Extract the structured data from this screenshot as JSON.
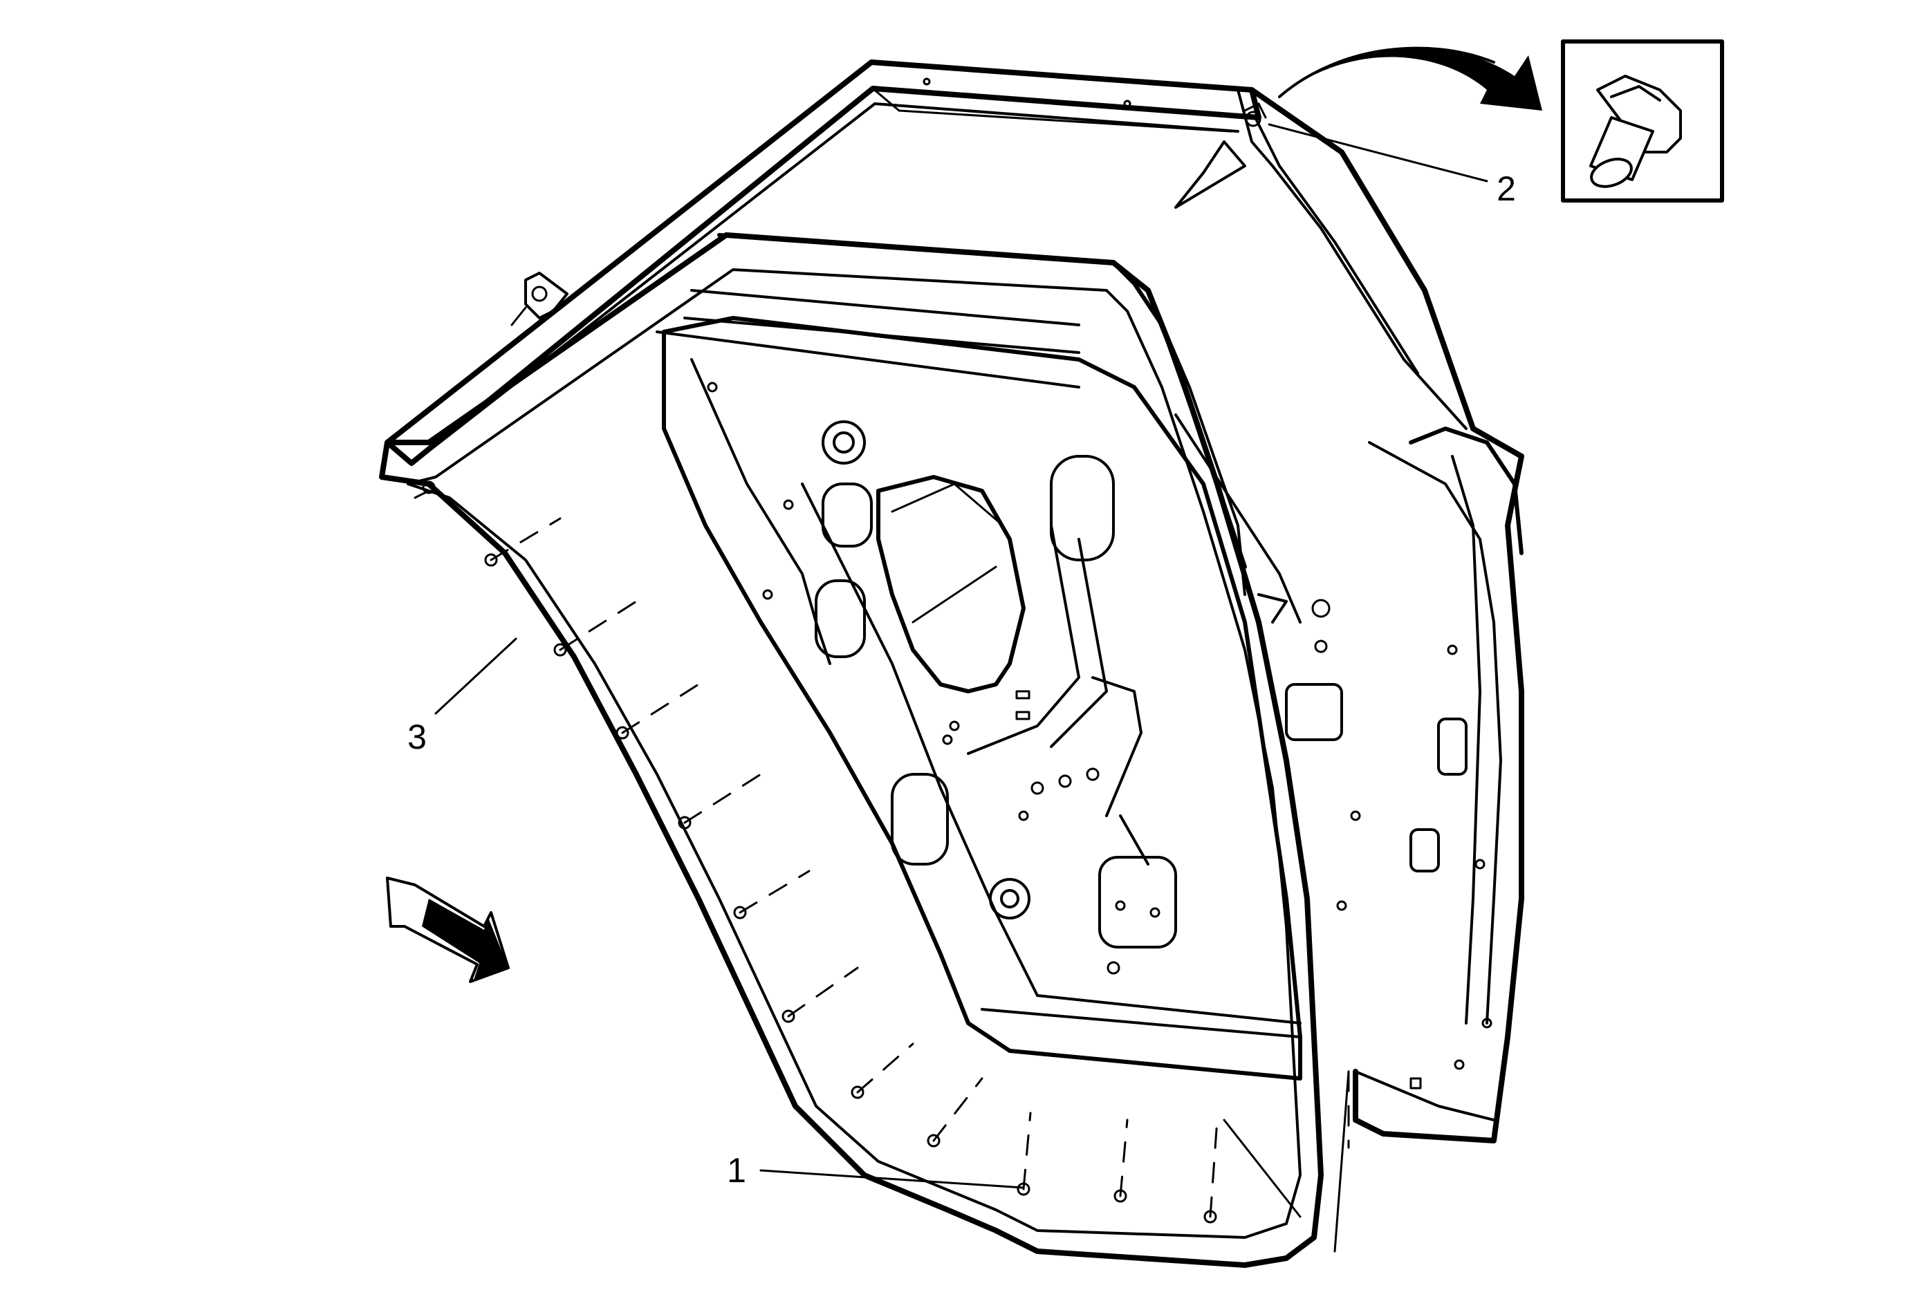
{
  "callouts": {
    "c1": "1",
    "c2": "2",
    "c3": "3"
  },
  "icons": {
    "inset": "push-pin-retainer-icon",
    "direction": "view-direction-arrow-icon"
  },
  "colors": {
    "line": "#000000",
    "background": "#ffffff"
  }
}
